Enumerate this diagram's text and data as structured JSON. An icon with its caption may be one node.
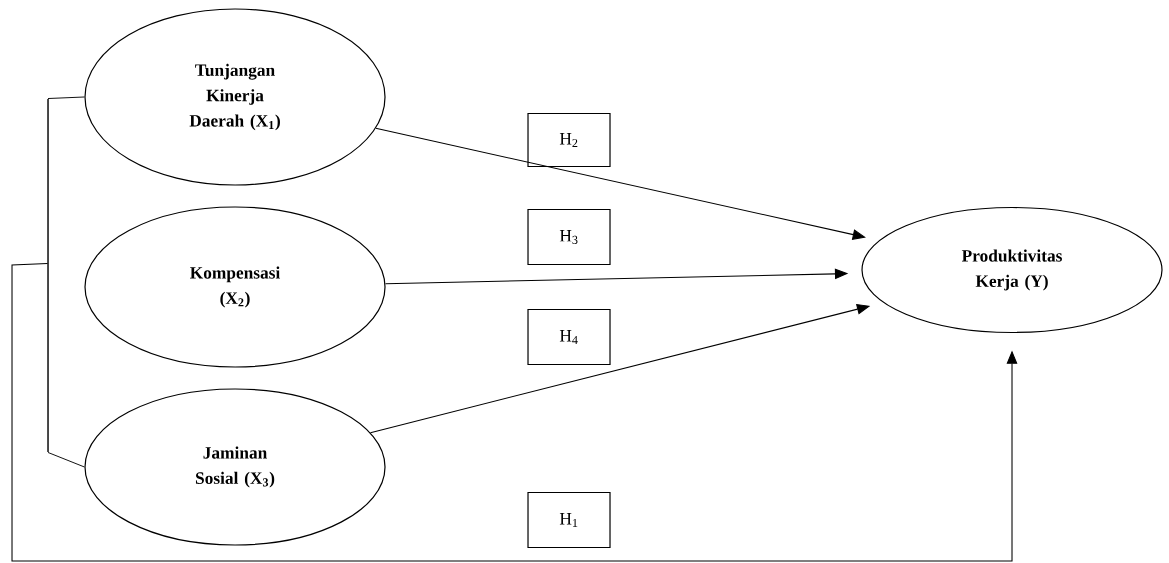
{
  "diagram": {
    "nodes": [
      {
        "text": [
          "Tunjangan Kinerja Daerah (X$_{1}$)"
        ]
      },
      {
        "text": [
          "Kompensasi (X$_{2}$)"
        ]
      },
      {
        "text": [
          "Jaminan Sosial (X$_{3}$)"
        ]
      },
      {
        "text": [
          "H$_{2}$"
        ]
      },
      {
        "text": [
          "H$_{3}$"
        ]
      },
      {
        "text": [
          "H$_{4}$"
        ]
      },
      {
        "text": [
          "H$_{1}$"
        ]
      },
      {
        "text": [
          "Produktivitas Kerja (Y)"
        ]
      },
      {
        "text": [],
        "shape": "bar"
      }
    ],
    "edges": [
      {
        "from": 0,
        "to": 7,
        "arrow": "to"
      },
      {
        "from": 1,
        "to": 7,
        "arrow": "to"
      },
      {
        "from": 2,
        "to": 7,
        "arrow": "to"
      },
      {
        "from": 8,
        "to": 7,
        "arrow": "to"
      },
      {
        "from": 0,
        "to": 8,
        "arrow": "none"
      },
      {
        "from": 2,
        "to": 8,
        "arrow": "none"
      }
    ]
  }
}
